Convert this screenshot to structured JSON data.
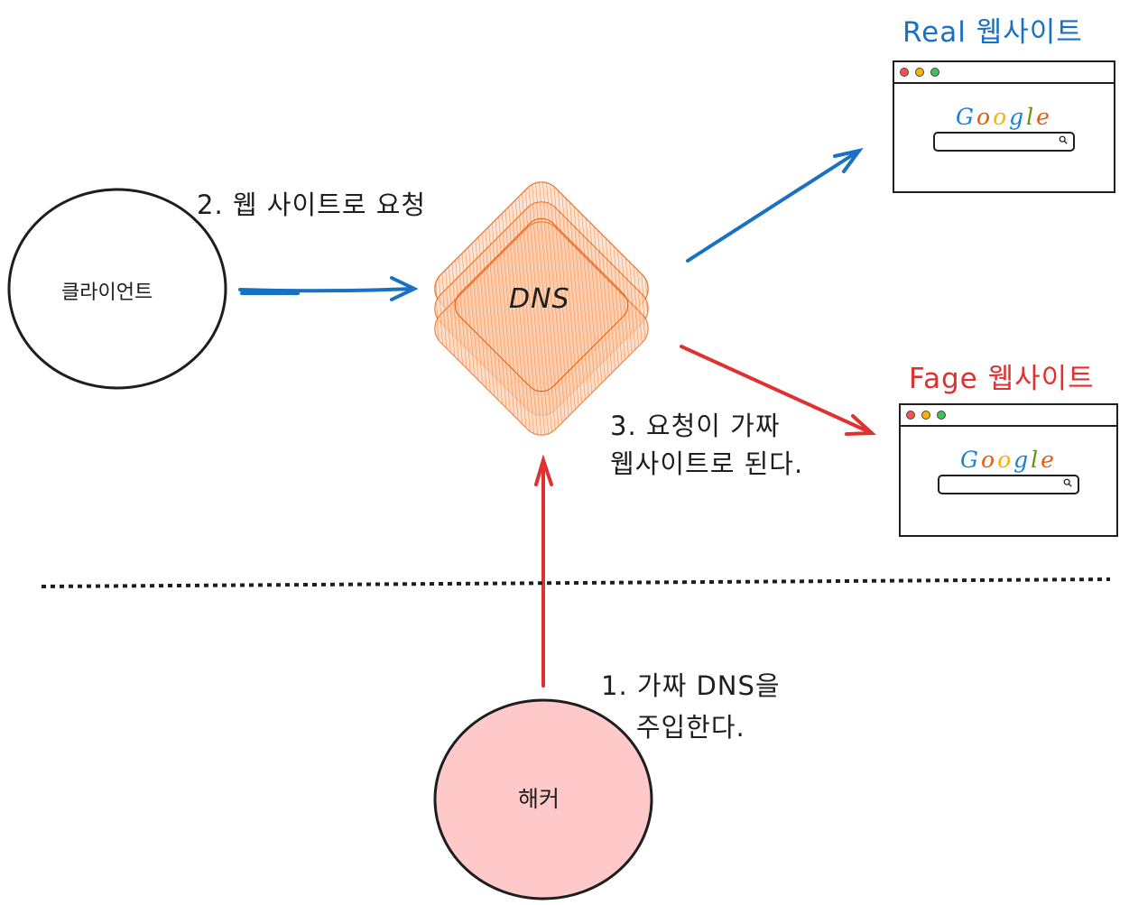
{
  "nodes": {
    "client": {
      "label": "클라이언트",
      "fill": "#ffffff",
      "stroke": "#1e1e1e"
    },
    "dns": {
      "label": "DNS",
      "fill": "#ffc9a8",
      "stroke": "#e8590c"
    },
    "hacker": {
      "label": "해커",
      "fill": "#ffc9c9",
      "stroke": "#1e1e1e"
    }
  },
  "websites": {
    "real": {
      "title": "Real 웹사이트",
      "title_color": "#1971c2",
      "logo_letters": [
        "G",
        "o",
        "o",
        "g",
        "l",
        "e"
      ],
      "search_icon": "magnifier-icon"
    },
    "fake": {
      "title": "Fage 웹사이트",
      "title_color": "#e03131",
      "logo_letters": [
        "G",
        "o",
        "o",
        "g",
        "l",
        "e"
      ],
      "search_icon": "magnifier-icon"
    }
  },
  "window_dots": [
    {
      "name": "close-dot",
      "color": "#fa5252"
    },
    {
      "name": "minimize-dot",
      "color": "#fab005"
    },
    {
      "name": "maximize-dot",
      "color": "#40c057"
    }
  ],
  "logo_colors": [
    "#1c7ed6",
    "#e8590c",
    "#fab005",
    "#1c7ed6",
    "#5c940d",
    "#e8590c"
  ],
  "steps": {
    "step1_line1": "1. 가짜 DNS을",
    "step1_line2": "주입한다.",
    "step2": "2. 웹 사이트로 요청",
    "step3_line1": "3. 요청이 가짜",
    "step3_line2": "웹사이트로 된다."
  },
  "arrows": {
    "request_color": "#1971c2",
    "attack_color": "#e03131"
  },
  "divider": {
    "style": "dotted",
    "color": "#1e1e1e"
  }
}
